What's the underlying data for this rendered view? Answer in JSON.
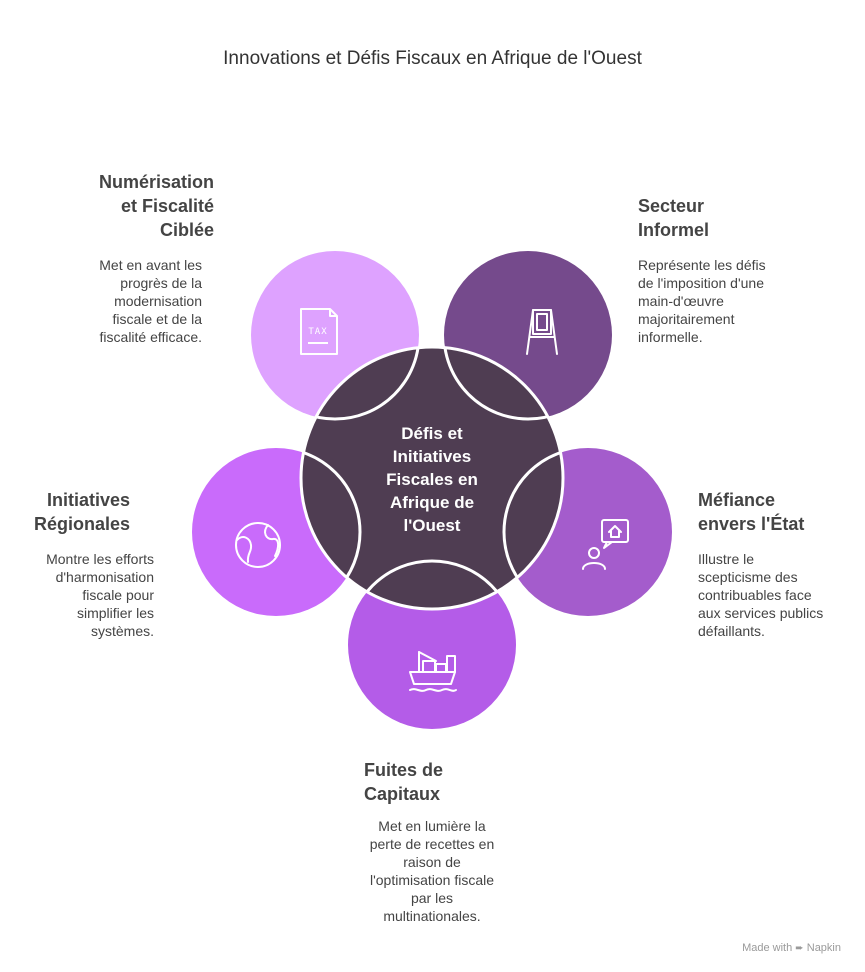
{
  "title": "Innovations et Défis Fiscaux en Afrique de l'Ouest",
  "center": {
    "label": "Défis et\nInitiatives\nFiscales en\nAfrique de\nl'Ouest",
    "color": "#4f3d52"
  },
  "items": [
    {
      "heading": "Numérisation\net Fiscalité\nCiblée",
      "description": "Met en avant les\nprogrès de la\nmodernisation\nfiscale et de la\nfiscalité efficace.",
      "color": "#dea2ff",
      "icon": "tax-document-icon",
      "icon_text": "TAX"
    },
    {
      "heading": "Secteur\nInformel",
      "description": "Représente les défis\nde l'imposition d'une\nmain-d'œuvre\nmajoritairement\ninformelle.",
      "color": "#754a8c",
      "icon": "market-stall-icon"
    },
    {
      "heading": "Méfiance\nenvers l'État",
      "description": "Illustre le\nscepticisme des\ncontribuables face\naux services publics\ndéfaillants.",
      "color": "#a45ccc",
      "icon": "person-home-icon"
    },
    {
      "heading": "Fuites de\nCapitaux",
      "description": "Met en lumière la\nperte de recettes en\nraison de\nl'optimisation fiscale\npar les\nmultinationales.",
      "color": "#b45ce8",
      "icon": "ship-icon"
    },
    {
      "heading": "Initiatives\nRégionales",
      "description": "Montre les efforts\nd'harmonisation\nfiscale pour\nsimplifier les\nsystèmes.",
      "color": "#c96bfb",
      "icon": "globe-icon"
    }
  ],
  "footer": {
    "made_with": "Made with",
    "brand": "Napkin"
  }
}
